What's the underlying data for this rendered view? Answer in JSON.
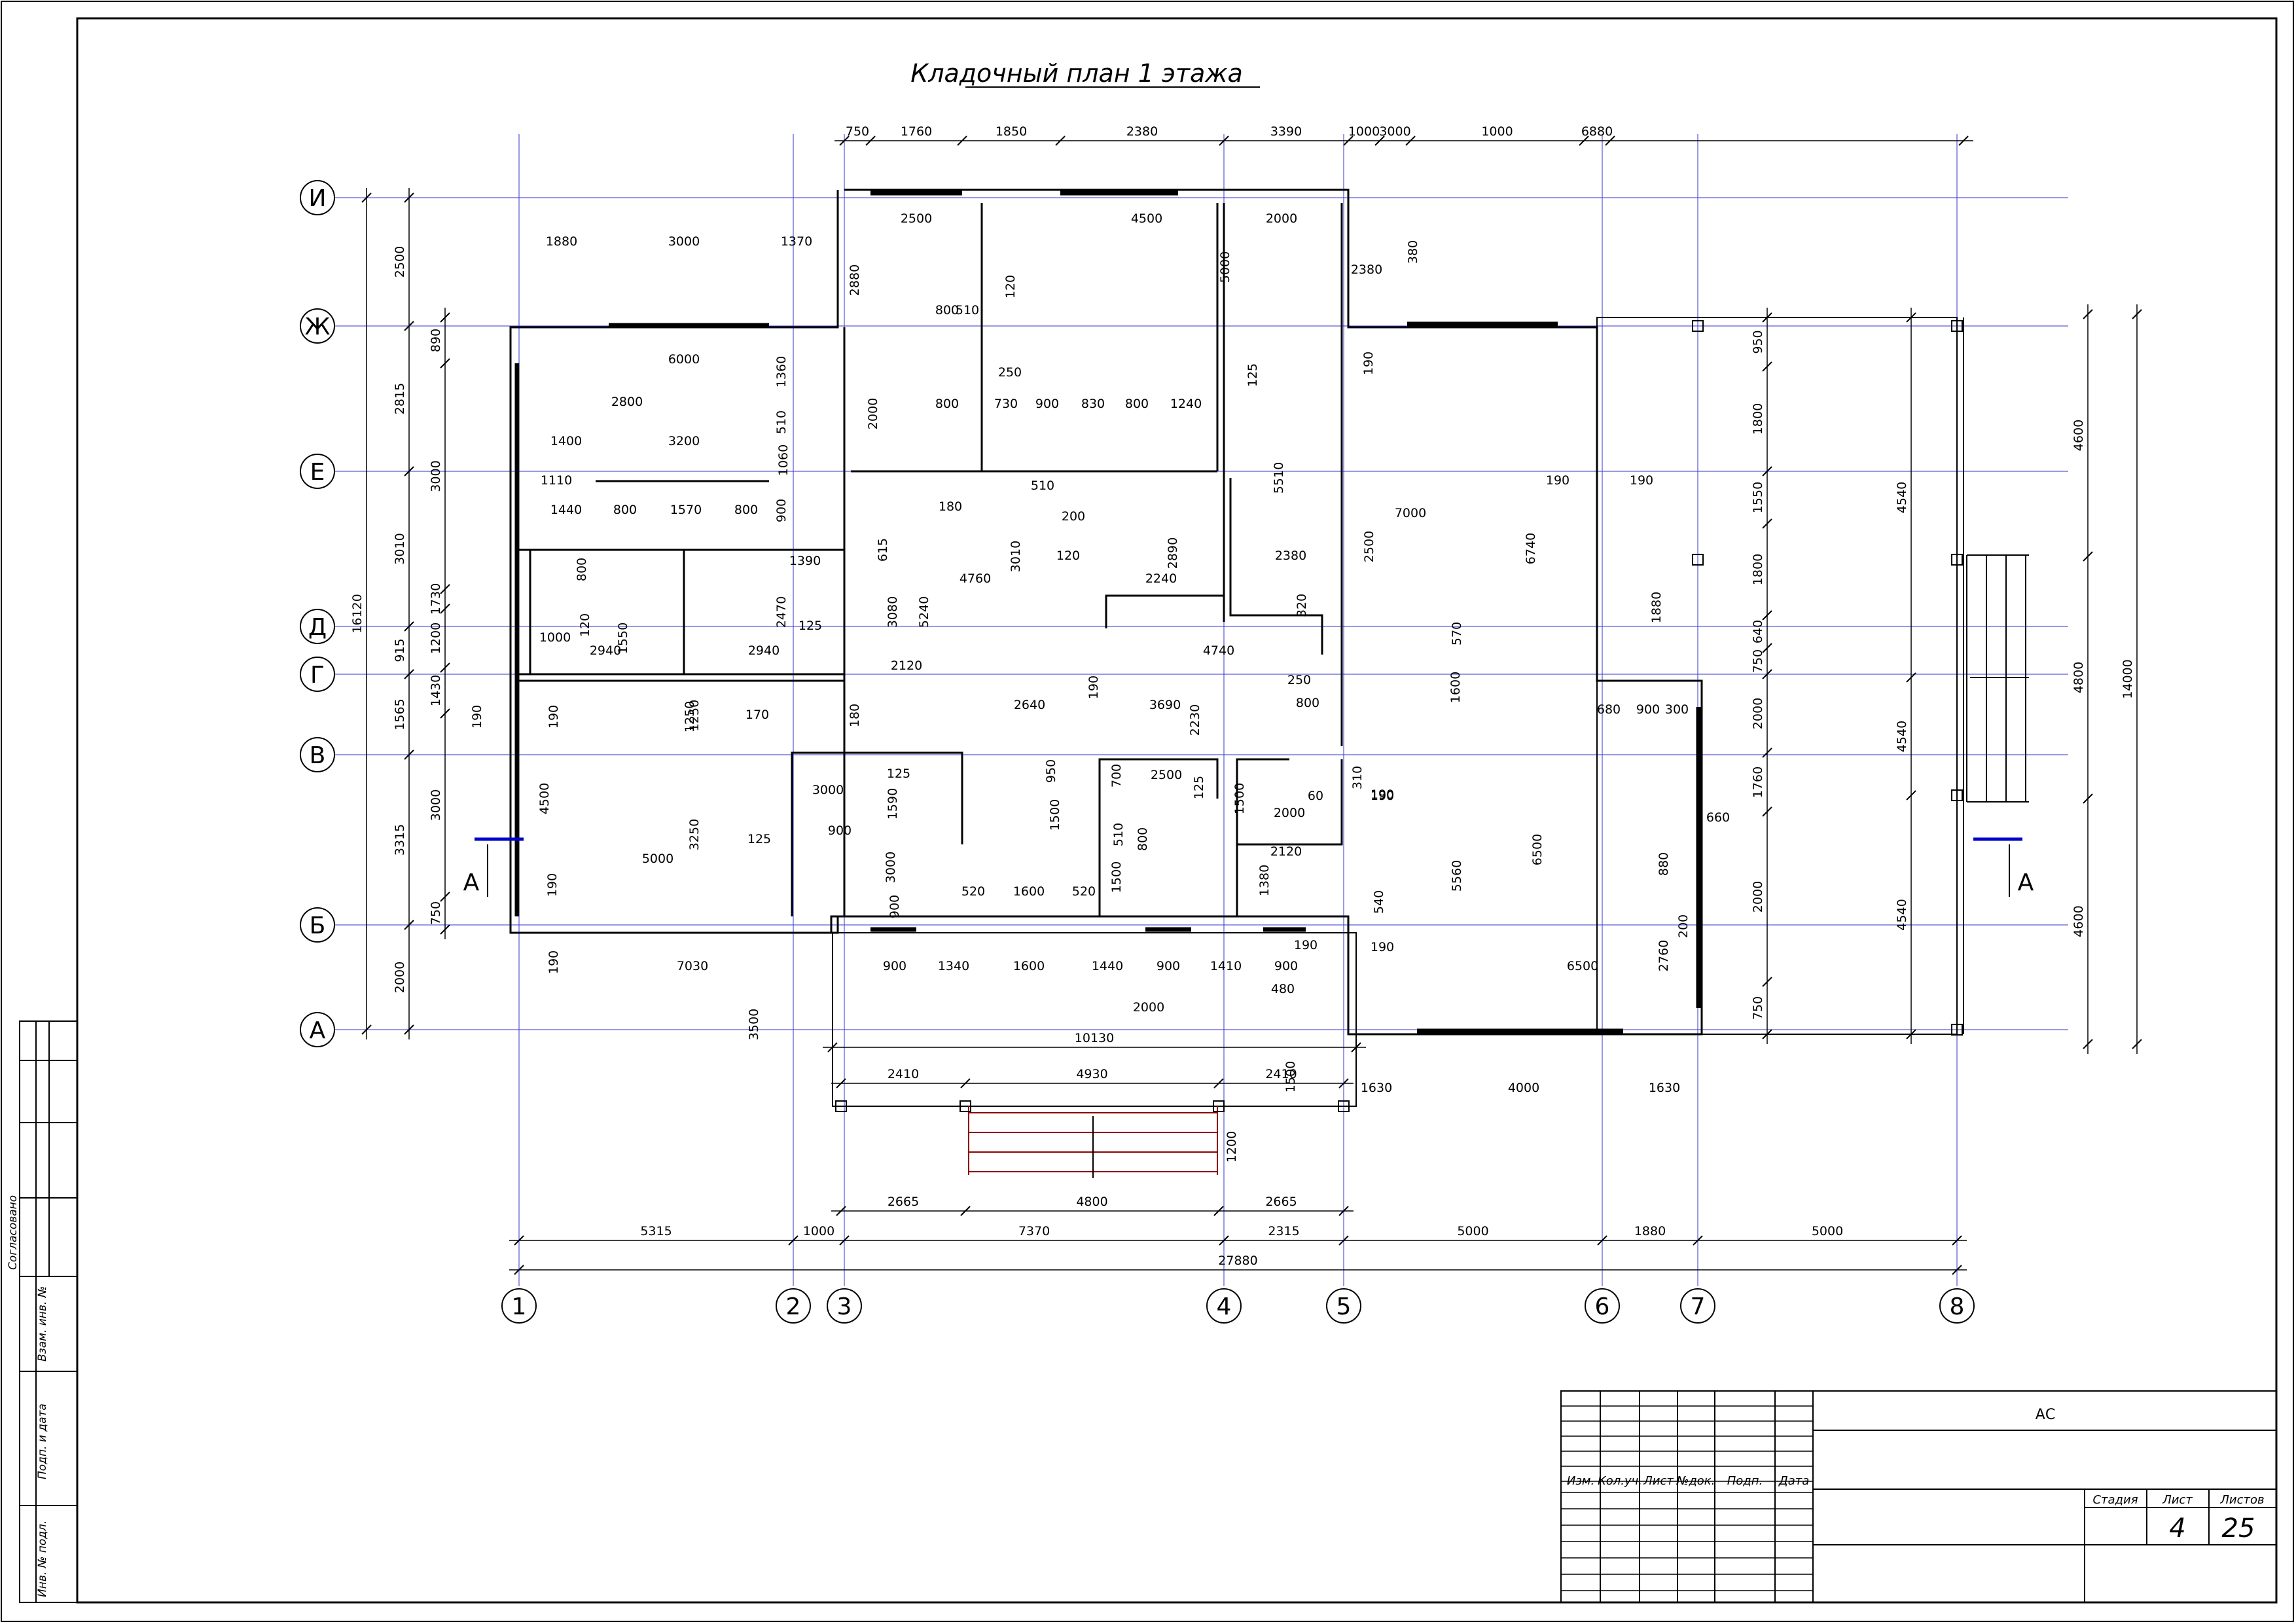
{
  "title": "Кладочный план 1 этажа",
  "axes": {
    "rows": [
      "И",
      "Ж",
      "Е",
      "Д",
      "Г",
      "В",
      "Б",
      "А"
    ],
    "cols": [
      "1",
      "2",
      "3",
      "4",
      "5",
      "6",
      "7",
      "8"
    ]
  },
  "section_mark": "А",
  "dimensions": {
    "top_row": [
      "750",
      "1760",
      "1850",
      "2380",
      "3390",
      "1000",
      "3000",
      "1000",
      "6880"
    ],
    "bottom_row": [
      "5315",
      "1000",
      "7370",
      "2315",
      "5000",
      "1880",
      "5000"
    ],
    "overall_width": "27880",
    "porch_row": [
      "2665",
      "4800",
      "2665"
    ],
    "porch_upper": [
      "2410",
      "4930",
      "2410"
    ],
    "length_10130": "10130",
    "left_column": [
      "2500",
      "2815",
      "3010",
      "915",
      "1565",
      "3315",
      "2000"
    ],
    "left_inner": [
      "890",
      "3000",
      "1730",
      "1200",
      "1430",
      "3000",
      "750"
    ],
    "overall_height": "16120",
    "right_column": [
      "4600",
      "4800",
      "4600"
    ],
    "right_overall": "14000",
    "right_inner": [
      "4540",
      "4540",
      "4540"
    ],
    "right_small": [
      "950",
      "1800",
      "1550",
      "1800",
      "640",
      "750",
      "2000",
      "1760",
      "2000",
      "750"
    ],
    "room_a": [
      "1880",
      "3000",
      "1370",
      "6000",
      "1400",
      "3200",
      "1110",
      "1440",
      "800",
      "1570",
      "800",
      "1000",
      "2940",
      "2940",
      "190",
      "190",
      "5000",
      "125",
      "7030",
      "190"
    ],
    "room_b": [
      "2500",
      "4500",
      "2000",
      "800",
      "510",
      "250",
      "800",
      "730",
      "900",
      "830",
      "800",
      "1240",
      "125",
      "510",
      "200",
      "180",
      "4760",
      "120",
      "2240",
      "2890",
      "3010",
      "2380",
      "320",
      "4740"
    ],
    "room_c": [
      "2120",
      "2640",
      "3690",
      "250",
      "800",
      "3000",
      "1590",
      "950",
      "700",
      "2500",
      "1500",
      "2000",
      "60",
      "2120",
      "520",
      "1600",
      "520",
      "1500",
      "1380",
      "540",
      "190"
    ],
    "room_d": [
      "7000",
      "190",
      "190",
      "6740",
      "5510",
      "1880",
      "570",
      "1600",
      "680",
      "900",
      "300",
      "660",
      "880",
      "200",
      "2760",
      "5560",
      "6500",
      "6500",
      "310",
      "190"
    ],
    "bottom_inner": [
      "900",
      "1340",
      "1600",
      "1440",
      "900",
      "1410",
      "900",
      "190",
      "480",
      "2000",
      "190",
      "3500",
      "1630",
      "4000",
      "1630",
      "1200",
      "1500"
    ],
    "misc": [
      "2880",
      "2000",
      "120",
      "1360",
      "2800",
      "510",
      "1060",
      "900",
      "1390",
      "615",
      "3080",
      "5240",
      "2470",
      "125",
      "1550",
      "120",
      "800",
      "1250",
      "170",
      "4500",
      "3250",
      "1250",
      "190",
      "5000",
      "2380",
      "380",
      "2500",
      "190",
      "190",
      "2230",
      "125",
      "125",
      "180",
      "900",
      "3000",
      "900",
      "510",
      "1500",
      "800",
      "3000"
    ]
  },
  "title_block": {
    "project_code": "АС",
    "headers": [
      "Изм.",
      "Кол.уч.",
      "Лист",
      "№док.",
      "Подп.",
      "Дата"
    ],
    "stage_label": "Стадия",
    "sheet_label": "Лист",
    "sheets_label": "Листов",
    "sheet_value": "4",
    "sheets_value": "25"
  },
  "side_stamp": {
    "agreed": "Согласовано",
    "inv_vzam": "Взам. инв. №",
    "sign_date": "Подп. и дата",
    "inv_orig": "Инв. № подл."
  }
}
